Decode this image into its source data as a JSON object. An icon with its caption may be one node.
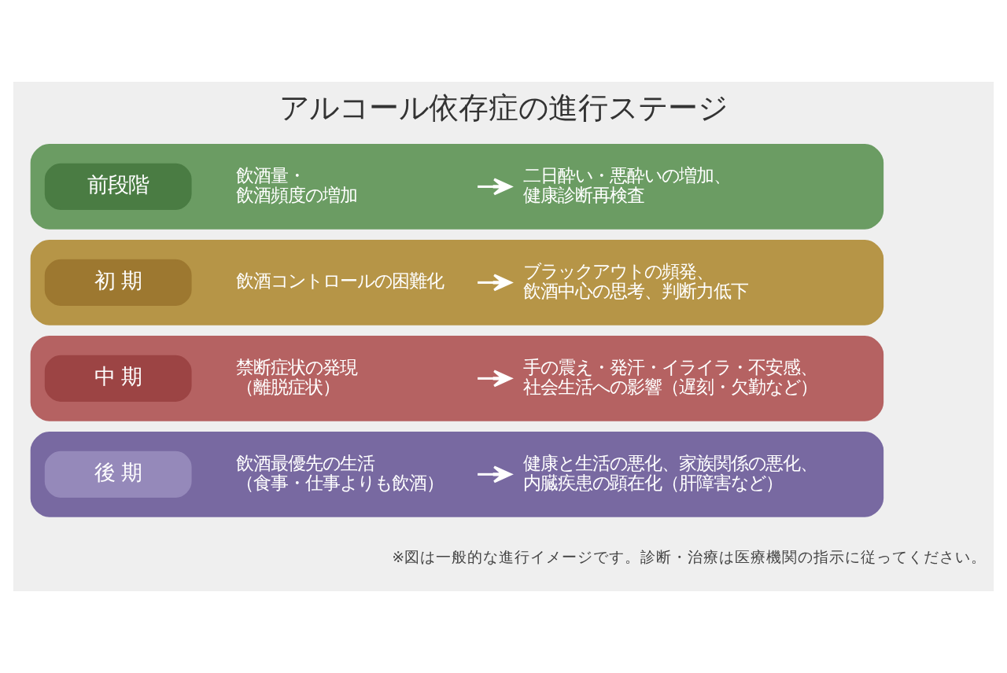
{
  "diagram": {
    "title": "アルコール依存症の進行ステージ",
    "nodes": [
      {
        "text": [],
        "shape": "box"
      },
      {
        "text": [
          "前段階"
        ],
        "in": 0
      },
      {
        "text": [
          "飲酒量・飲酒頻度の増加"
        ],
        "in": 0
      },
      {
        "text": [
          "二日酔い・悪酔いの増加、健康診断再検査"
        ],
        "in": 0
      },
      {
        "text": [],
        "shape": "box"
      },
      {
        "text": [
          "初 期"
        ],
        "in": 4
      },
      {
        "text": [
          "飲酒コントロールの困難化"
        ],
        "in": 4
      },
      {
        "text": [
          "ブラックアウトの頻発、飲酒中心の思考、判断力低下"
        ],
        "in": 4
      },
      {
        "text": [],
        "shape": "box"
      },
      {
        "text": [
          "中 期"
        ],
        "in": 8
      },
      {
        "text": [
          "禁断症状の発現（離脱症状）"
        ],
        "in": 8
      },
      {
        "text": [
          "手の震え・発汗・イライラ・不安感、社会生活への影響（遅刻・欠勤など）"
        ],
        "in": 8
      },
      {
        "text": [],
        "shape": "box"
      },
      {
        "text": [
          "後 期"
        ],
        "in": 12
      },
      {
        "text": [
          "飲酒最優先の生活（食事・仕事よりも飲酒）"
        ],
        "in": 12
      },
      {
        "text": [
          "健康と生活の悪化、家族関係の悪化、内臓疾患の顕在化（肝障害など）"
        ],
        "in": 12
      }
    ],
    "edges": [
      {
        "from": 2,
        "to": 3,
        "arrow": "to"
      },
      {
        "from": 6,
        "to": 7,
        "arrow": "to"
      },
      {
        "from": 10,
        "to": 11,
        "arrow": "to"
      },
      {
        "from": 14,
        "to": 15,
        "arrow": "to"
      }
    ],
    "labels": [
      "※図は一般的な進行イメージです。診断・治療は医療機関の指示に従ってください。"
    ]
  }
}
